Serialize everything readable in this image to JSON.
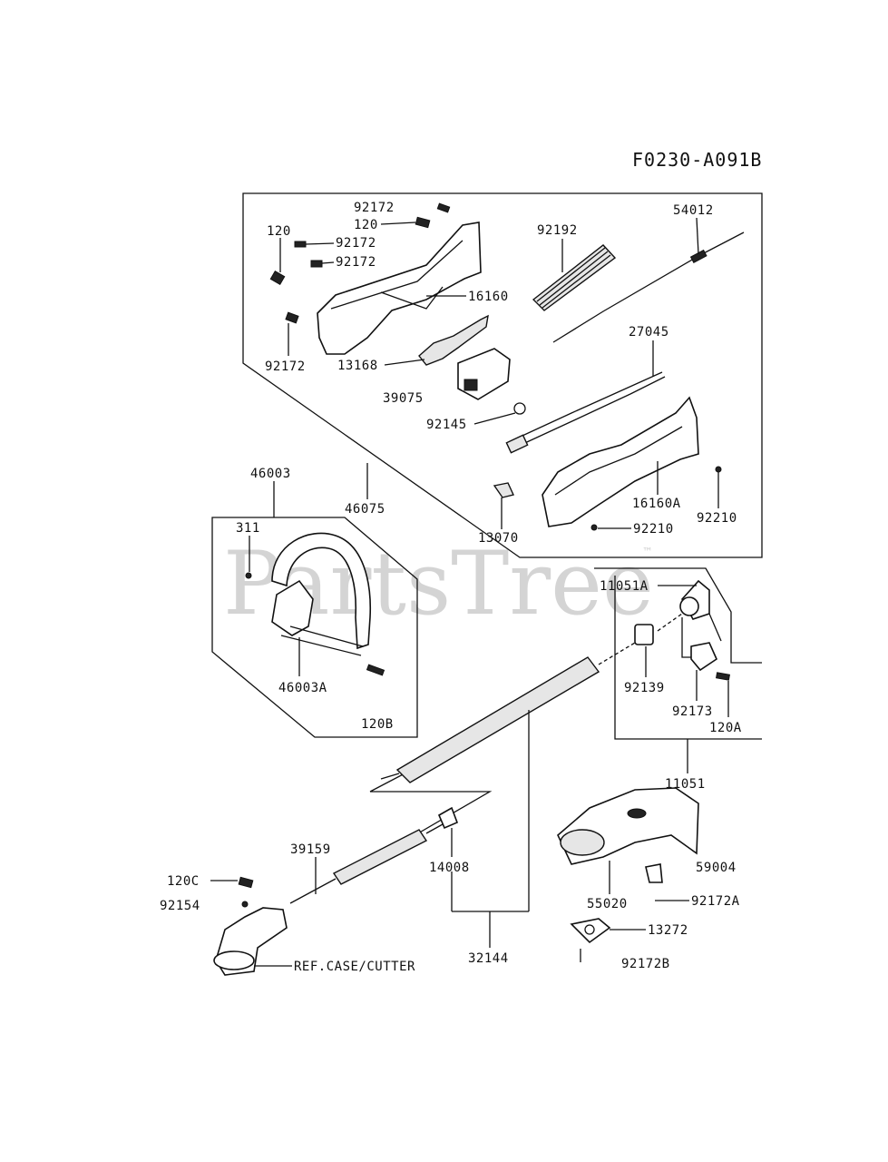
{
  "diagram_code": "F0230-A091B",
  "watermark": "PartsTree",
  "trademark": "™",
  "labels": {
    "p92172_a": "92172",
    "p120_a": "120",
    "p120_b": "120",
    "p92172_b": "92172",
    "p92172_c": "92172",
    "p92172_d": "92172",
    "p16160": "16160",
    "p13168": "13168",
    "p39075": "39075",
    "p92145": "92145",
    "p92192": "92192",
    "p54012": "54012",
    "p27045": "27045",
    "p16160A": "16160A",
    "p92210_a": "92210",
    "p92210_b": "92210",
    "p13070": "13070",
    "p46075": "46075",
    "p46003": "46003",
    "p311": "311",
    "p46003A": "46003A",
    "p120B": "120B",
    "p11051A": "11051A",
    "p92139": "92139",
    "p92173": "92173",
    "p120A": "120A",
    "p11051": "11051",
    "p39159": "39159",
    "p14008": "14008",
    "p120C": "120C",
    "p92154": "92154",
    "p32144": "32144",
    "pref": "REF.CASE/CUTTER",
    "p59004": "59004",
    "p55020": "55020",
    "p92172A": "92172A",
    "p13272": "13272",
    "p92172B": "92172B"
  }
}
